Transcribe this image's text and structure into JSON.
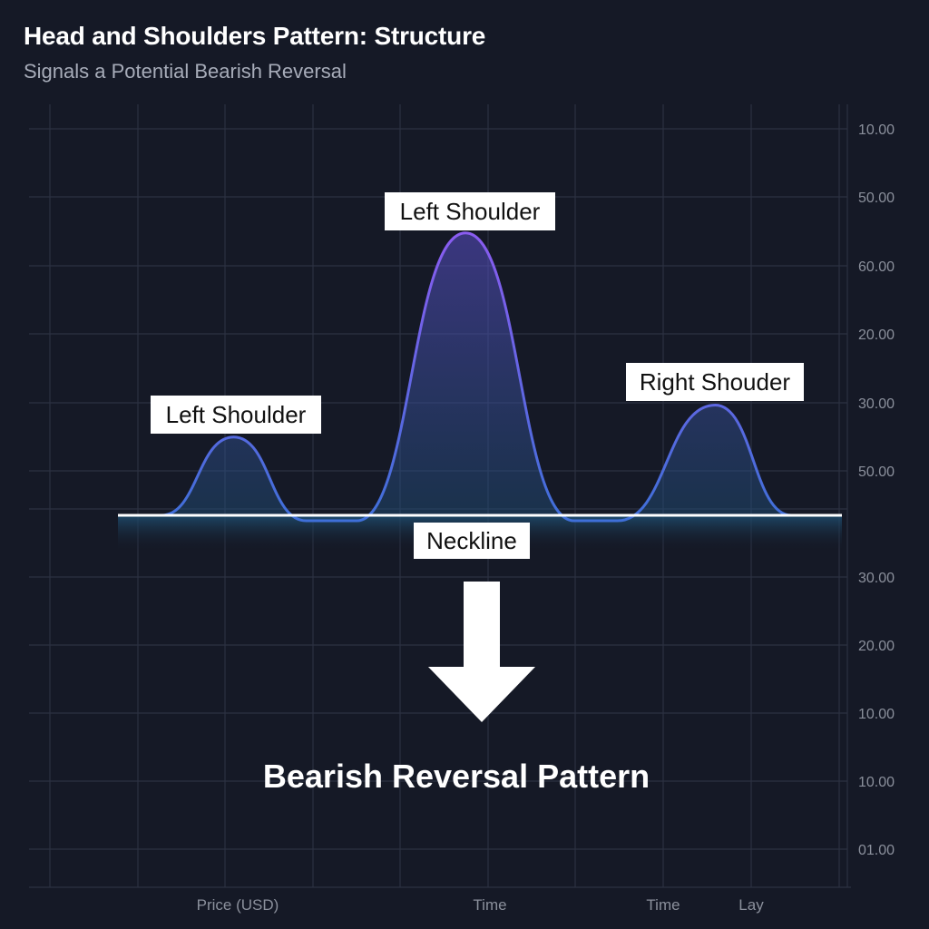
{
  "header": {
    "title": "Head and Shoulders Pattern: Structure",
    "subtitle": "Signals a Potential Bearish Reversal"
  },
  "chart_data": {
    "type": "line",
    "title": "Head and Shoulders Pattern: Structure",
    "subtitle": "Signals a Potential Bearish Reversal",
    "grid": true,
    "y_tick_labels": [
      "10.00",
      "50.00",
      "60.00",
      "20.00",
      "30.00",
      "50.00",
      "30.00",
      "20.00",
      "10.00",
      "10.00",
      "01.00"
    ],
    "x_tick_labels": [
      "Price (USD)",
      "Time",
      "Time",
      "Lay"
    ],
    "series": [
      {
        "color": "#6a5fe6",
        "points": [
          {
            "x": 0.0,
            "y": 0.0
          },
          {
            "x": 0.06,
            "y": 0.0
          },
          {
            "x": 0.16,
            "y": 1.15
          },
          {
            "x": 0.26,
            "y": -0.08
          },
          {
            "x": 0.33,
            "y": -0.08
          },
          {
            "x": 0.48,
            "y": 4.15
          },
          {
            "x": 0.63,
            "y": -0.08
          },
          {
            "x": 0.69,
            "y": -0.08
          },
          {
            "x": 0.825,
            "y": 1.62
          },
          {
            "x": 0.93,
            "y": 0.0
          },
          {
            "x": 1.0,
            "y": 0.0
          }
        ]
      }
    ],
    "neckline": {
      "label": "Neckline",
      "y": 0.0
    },
    "annotations": [
      {
        "label": "Left Shoulder",
        "target": "left-shoulder-peak"
      },
      {
        "label": "Left Shoulder",
        "target": "head-peak"
      },
      {
        "label": "Right Shouder",
        "target": "right-shoulder-peak"
      }
    ],
    "verdict": "Bearish Reversal Pattern",
    "colors": {
      "background": "#151926",
      "line": "#6a5fe6",
      "neckline": "#ffffff",
      "grid": "#2c3142"
    }
  }
}
